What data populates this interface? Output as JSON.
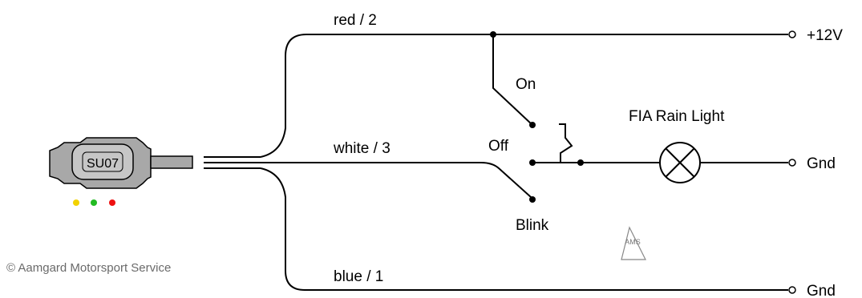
{
  "wires": {
    "red": {
      "label": "red / 2",
      "color": "#ff0000"
    },
    "white": {
      "label": "white / 3",
      "color": "#000000"
    },
    "blue": {
      "label": "blue / 1",
      "color": "#0000ee"
    }
  },
  "terminals": {
    "top": "+12V",
    "middle": "Gnd",
    "bottom": "Gnd"
  },
  "switch": {
    "on_label": "On",
    "off_label": "Off",
    "blink_label": "Blink"
  },
  "lamp": {
    "label": "FIA Rain Light"
  },
  "module": {
    "label": "SU07",
    "led_colors": [
      "#f2d200",
      "#22bb22",
      "#ee1111"
    ]
  },
  "copyright": "© Aamgard Motorsport Service",
  "logo_text": "AMS"
}
